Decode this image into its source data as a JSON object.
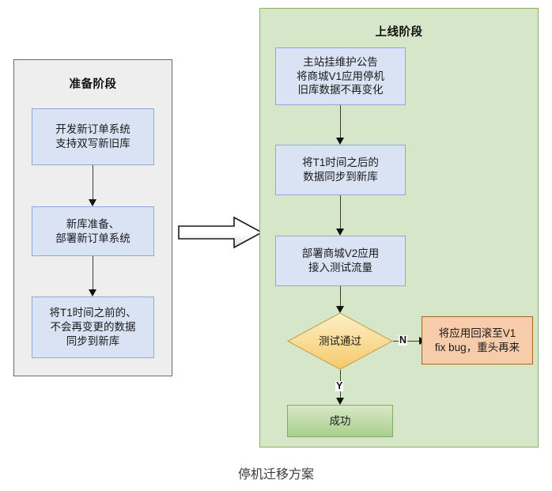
{
  "caption": "停机迁移方案",
  "panels": {
    "prep": {
      "title": "准备阶段",
      "nodes": [
        {
          "id": "dev-dual-write",
          "text": "开发新订单系统\n支持双写新旧库"
        },
        {
          "id": "prepare-newdb",
          "text": "新库准备、\n部署新订单系统"
        },
        {
          "id": "sync-before-t1",
          "text": "将T1时间之前的、\n不会再变更的数据\n同步到新库"
        }
      ]
    },
    "launch": {
      "title": "上线阶段",
      "nodes": [
        {
          "id": "maintenance-notice",
          "text": "主站挂维护公告\n将商城V1应用停机\n旧库数据不再变化"
        },
        {
          "id": "sync-after-t1",
          "text": "将T1时间之后的\n数据同步到新库"
        },
        {
          "id": "deploy-v2",
          "text": "部署商城V2应用\n接入测试流量"
        },
        {
          "id": "test-pass",
          "text": "测试通过"
        },
        {
          "id": "rollback",
          "text": "将应用回滚至V1\nfix bug，重头再来"
        },
        {
          "id": "success",
          "text": "成功"
        }
      ]
    }
  },
  "edge_labels": {
    "no": "N",
    "yes": "Y"
  },
  "colors": {
    "prep_panel_fill": "#eeeeee",
    "prep_panel_border": "#666b6e",
    "launch_panel_fill": "#d5e7c8",
    "launch_panel_border": "#8cb06e",
    "process_fill": "#dae3f3",
    "process_border": "#8da9d4",
    "decision_fill": "#fbe2a0",
    "decision_border": "#bfa14a",
    "rollback_fill": "#f7ccaa",
    "rollback_border": "#a9651c",
    "success_fill": "#a9cf8c",
    "success_border": "#81ad62",
    "connector": "#3b3b3b",
    "caption_text": "#3a3a3a"
  }
}
